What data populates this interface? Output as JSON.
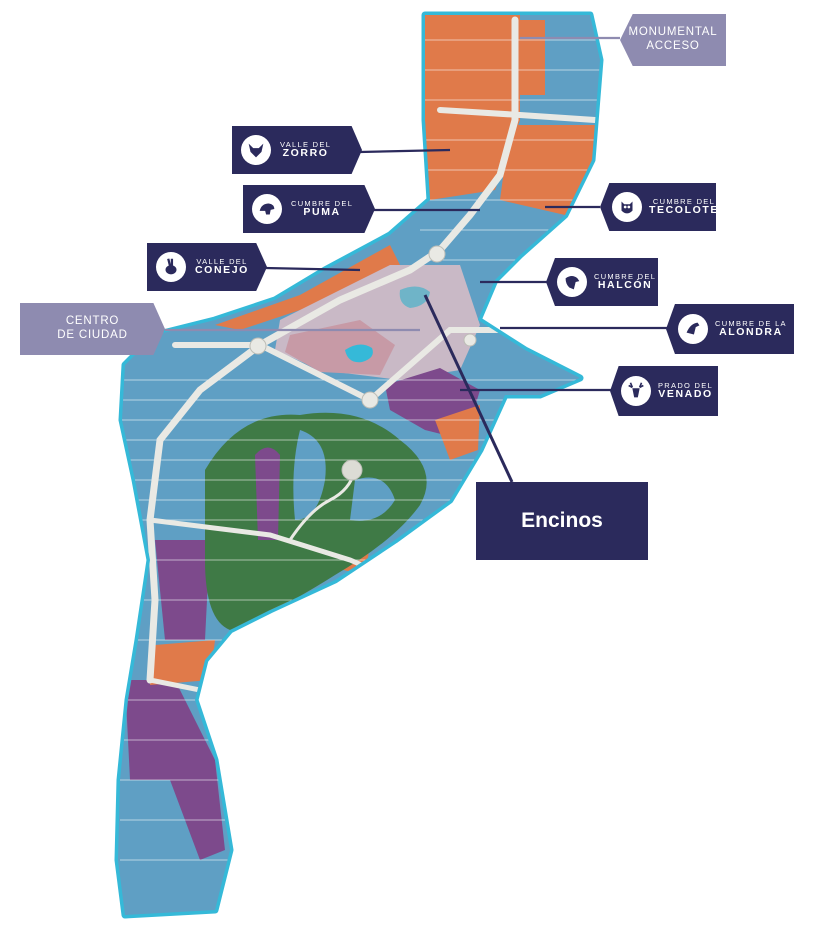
{
  "labels": {
    "monumental_acceso": {
      "line1": "MONUMENTAL",
      "line2": "ACCESO"
    },
    "valle_del_zorro": {
      "line1": "VALLE DEL",
      "line2": "ZORRO",
      "icon": "fox-icon"
    },
    "cumbre_del_puma": {
      "line1": "CUMBRE DEL",
      "line2": "PUMA",
      "icon": "puma-icon"
    },
    "cumbre_del_tecolote": {
      "line1": "CUMBRE DEL",
      "line2": "TECOLOTE",
      "icon": "owl-icon"
    },
    "valle_del_conejo": {
      "line1": "VALLE DEL",
      "line2": "CONEJO",
      "icon": "rabbit-icon"
    },
    "cumbre_del_halcon": {
      "line1": "CUMBRE DEL",
      "line2": "HALCÓN",
      "icon": "hawk-icon"
    },
    "centro_de_ciudad": {
      "line1": "CENTRO",
      "line2": "DE CIUDAD"
    },
    "cumbre_de_la_alondra": {
      "line1": "CUMBRE DE LA",
      "line2": "ALONDRA",
      "icon": "lark-icon"
    },
    "prado_del_venado": {
      "line1": "PRADO DEL",
      "line2": "VENADO",
      "icon": "deer-icon"
    },
    "encinos": {
      "text": "Encinos"
    }
  },
  "colors": {
    "label_navy": "#2b2a5c",
    "label_grey": "#8e8bb0",
    "zone_orange": "#e07a4a",
    "zone_blue": "#5f9fc4",
    "zone_purple": "#7d4a8c",
    "zone_green": "#3f7a46",
    "zone_pink": "#c79aa6",
    "border_cyan": "#35b9d8"
  }
}
